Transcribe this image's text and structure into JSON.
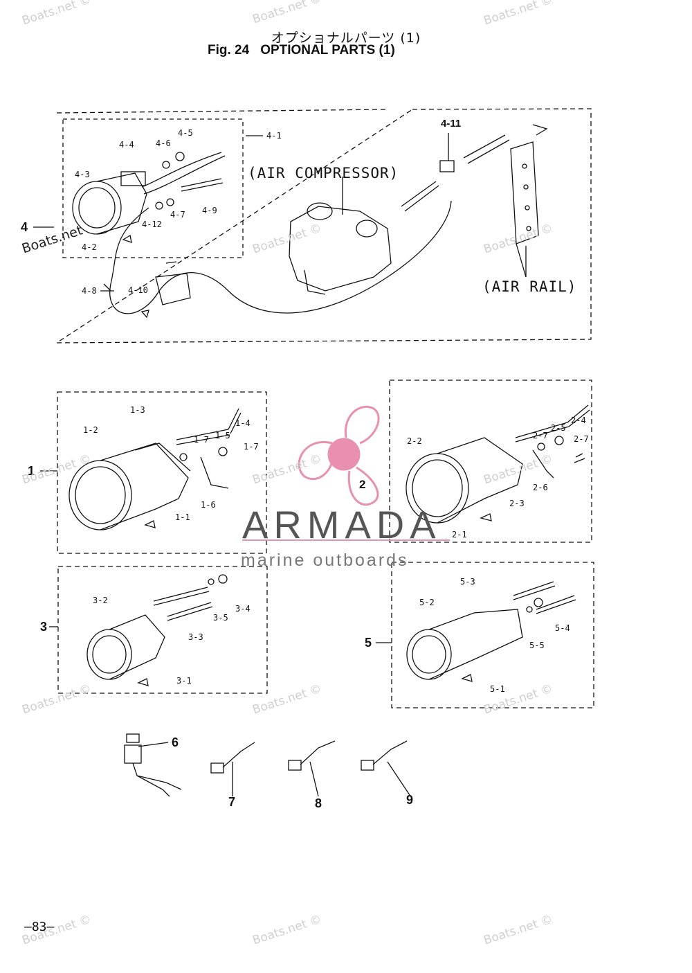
{
  "title": {
    "japanese": "オプショナルパーツ (1)",
    "fig": "Fig. 24",
    "english": "OPTIONAL PARTS (1)"
  },
  "callouts": {
    "air_compressor": "(AIR COMPRESSOR)",
    "air_rail": "(AIR RAIL)"
  },
  "groups": {
    "g4": {
      "main": "4",
      "parts": [
        "4-1",
        "4-2",
        "4-3",
        "4-4",
        "4-5",
        "4-6",
        "4-7",
        "4-8",
        "4-9",
        "4-10",
        "4-11",
        "4-12"
      ]
    },
    "g1": {
      "main": "1",
      "parts": [
        "1-1",
        "1-2",
        "1-3",
        "1-4",
        "1-5",
        "1-6",
        "1-7",
        "1-7"
      ]
    },
    "g2": {
      "main": "2",
      "parts": [
        "2-1",
        "2-2",
        "2-3",
        "2-4",
        "2-5",
        "2-6",
        "2-7",
        "2-7"
      ]
    },
    "g3": {
      "main": "3",
      "parts": [
        "3-1",
        "3-2",
        "3-3",
        "3-4",
        "3-5"
      ]
    },
    "g5": {
      "main": "5",
      "parts": [
        "5-1",
        "5-2",
        "5-3",
        "5-4",
        "5-5"
      ]
    },
    "loose": [
      "6",
      "7",
      "8",
      "9"
    ]
  },
  "watermark": "Boats.net ©",
  "watermark_short": "Boats.net",
  "logo": {
    "name": "ARMADA",
    "tagline": "marine outboards",
    "number": "2"
  },
  "page_number": "—83—",
  "colors": {
    "logo_pink": "#e98fb0",
    "ink": "#111111",
    "watermark": "#cfcfcf"
  }
}
